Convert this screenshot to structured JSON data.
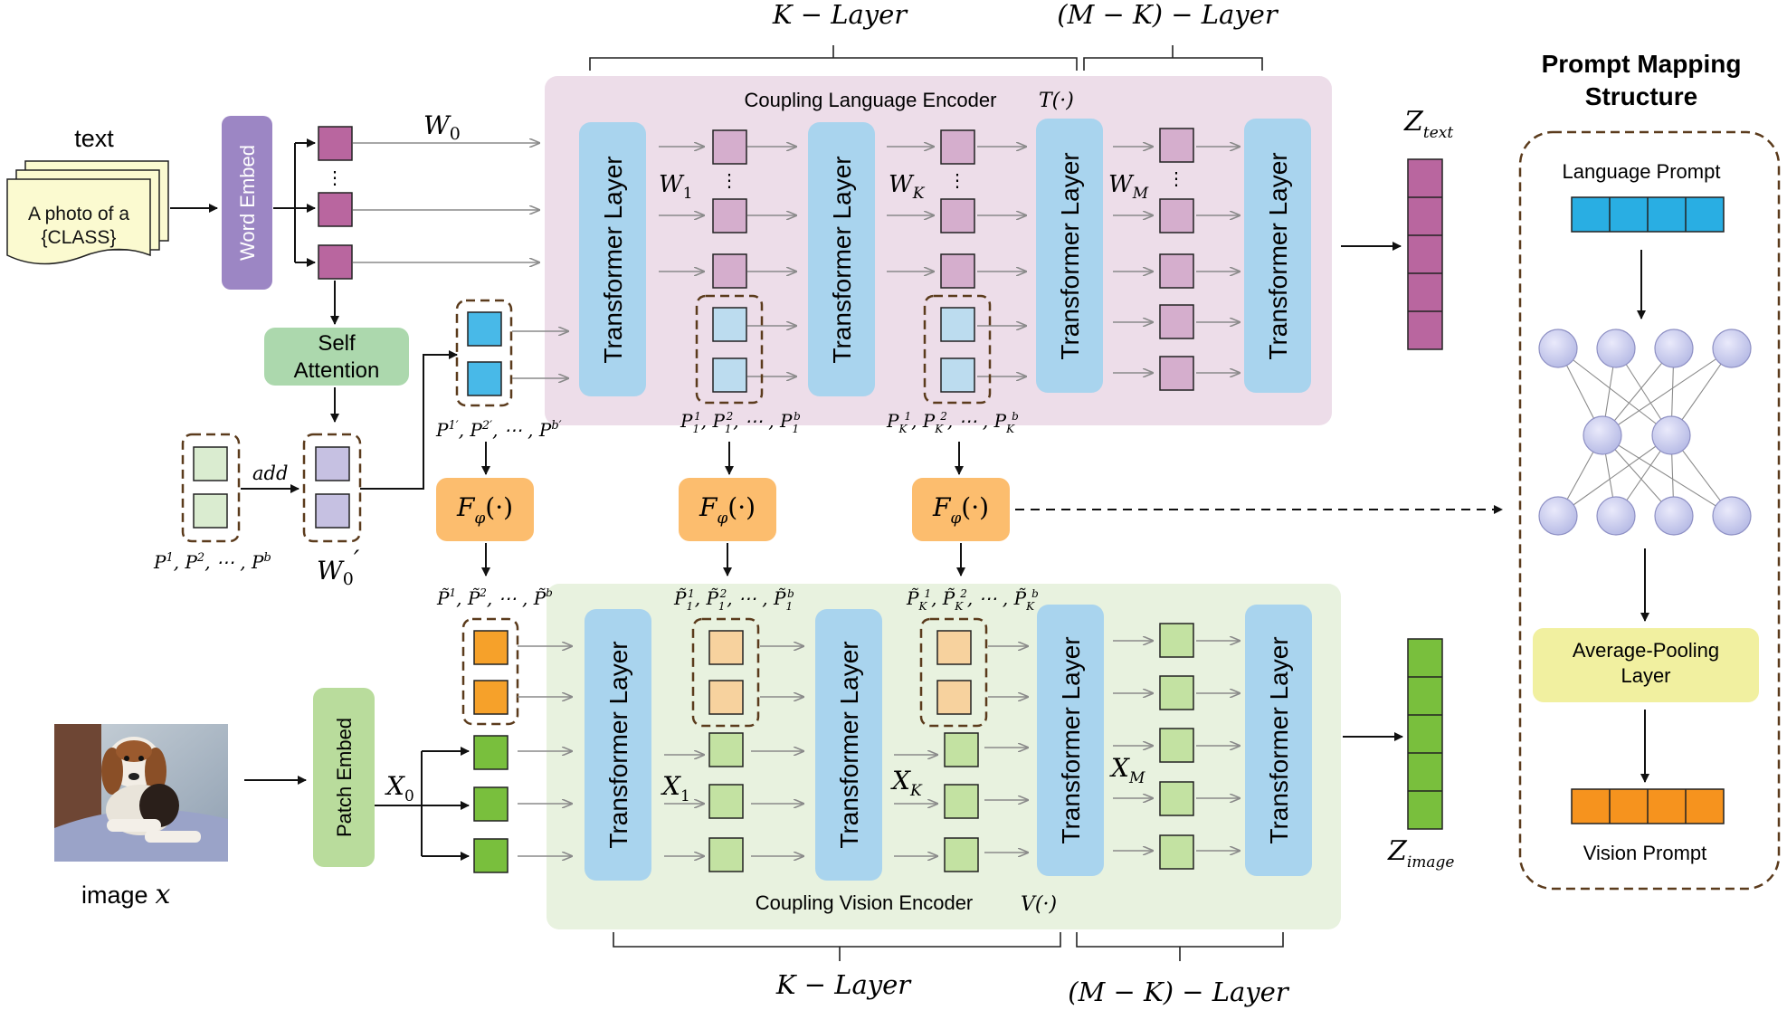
{
  "labels": {
    "k_layer_top": "K − Layer",
    "mk_layer_top": "(M − K) − Layer",
    "k_layer_bottom": "K − Layer",
    "mk_layer_bottom": "(M − K) − Layer",
    "coupling_language_encoder": "Coupling Language Encoder",
    "language_encoder_fn": "T(·)",
    "coupling_vision_encoder": "Coupling Vision Encoder",
    "vision_encoder_fn": "V(·)",
    "transformer_layer": "Transformer Layer",
    "word_embed": "Word Embed",
    "patch_embed": "Patch Embed",
    "self_attention": "Self Attention",
    "text_title": "text",
    "text_doc": "A photo of a {CLASS}",
    "image_label": "image",
    "image_var": "x",
    "add": "add",
    "fphi": "Fφ(·)",
    "z_text": "Ztext",
    "z_image": "Zimage",
    "w0": "W0",
    "w0_prime": "W0′",
    "w1": "W1",
    "wk": "WK",
    "wm": "WM",
    "x0": "X0",
    "x1": "X1",
    "xk": "XK",
    "xm": "XM",
    "p_init": "P1, P2, ⋯, Pb",
    "p_prime": "P1′, P2′, ⋯, Pb′",
    "p1_layer": "P1¹, P1², ⋯, P1ᵇ",
    "pk_layer": "PK¹, PK², ⋯, PKᵇ",
    "pt_init": "P̃1, P̃2, ⋯, P̃b",
    "pt1_layer": "P̃1¹, P̃1², ⋯, P̃1ᵇ",
    "ptk_layer": "P̃K¹, P̃K², ⋯, P̃Kᵇ",
    "dots": "⋮",
    "pms_title": "Prompt Mapping Structure",
    "language_prompt": "Language Prompt",
    "average_pooling": "Average-Pooling Layer",
    "vision_prompt": "Vision Prompt"
  },
  "colors": {
    "lang_bg": "#eddde9",
    "vision_bg": "#e8f2df",
    "transformer": "#a9d4ee",
    "text_token": "#b9669f",
    "text_token_light": "#d5aecd",
    "prompt_blue": "#48b9e8",
    "prompt_blue_light": "#bcdcef",
    "prompt_lav": "#c6c1e2",
    "prompt_green_light": "#daecd0",
    "orange_prompt": "#f6a12a",
    "orange_light": "#f7d29e",
    "green_token": "#79bf3d",
    "green_token_light": "#c3e2a2",
    "fphi": "#fcbd6e",
    "self_attention": "#acd8ad",
    "word_embed": "#9c86c4",
    "patch_embed": "#b9dc9c",
    "avg_pool": "#f1f0a0",
    "neuron": "#c7c9ec"
  }
}
